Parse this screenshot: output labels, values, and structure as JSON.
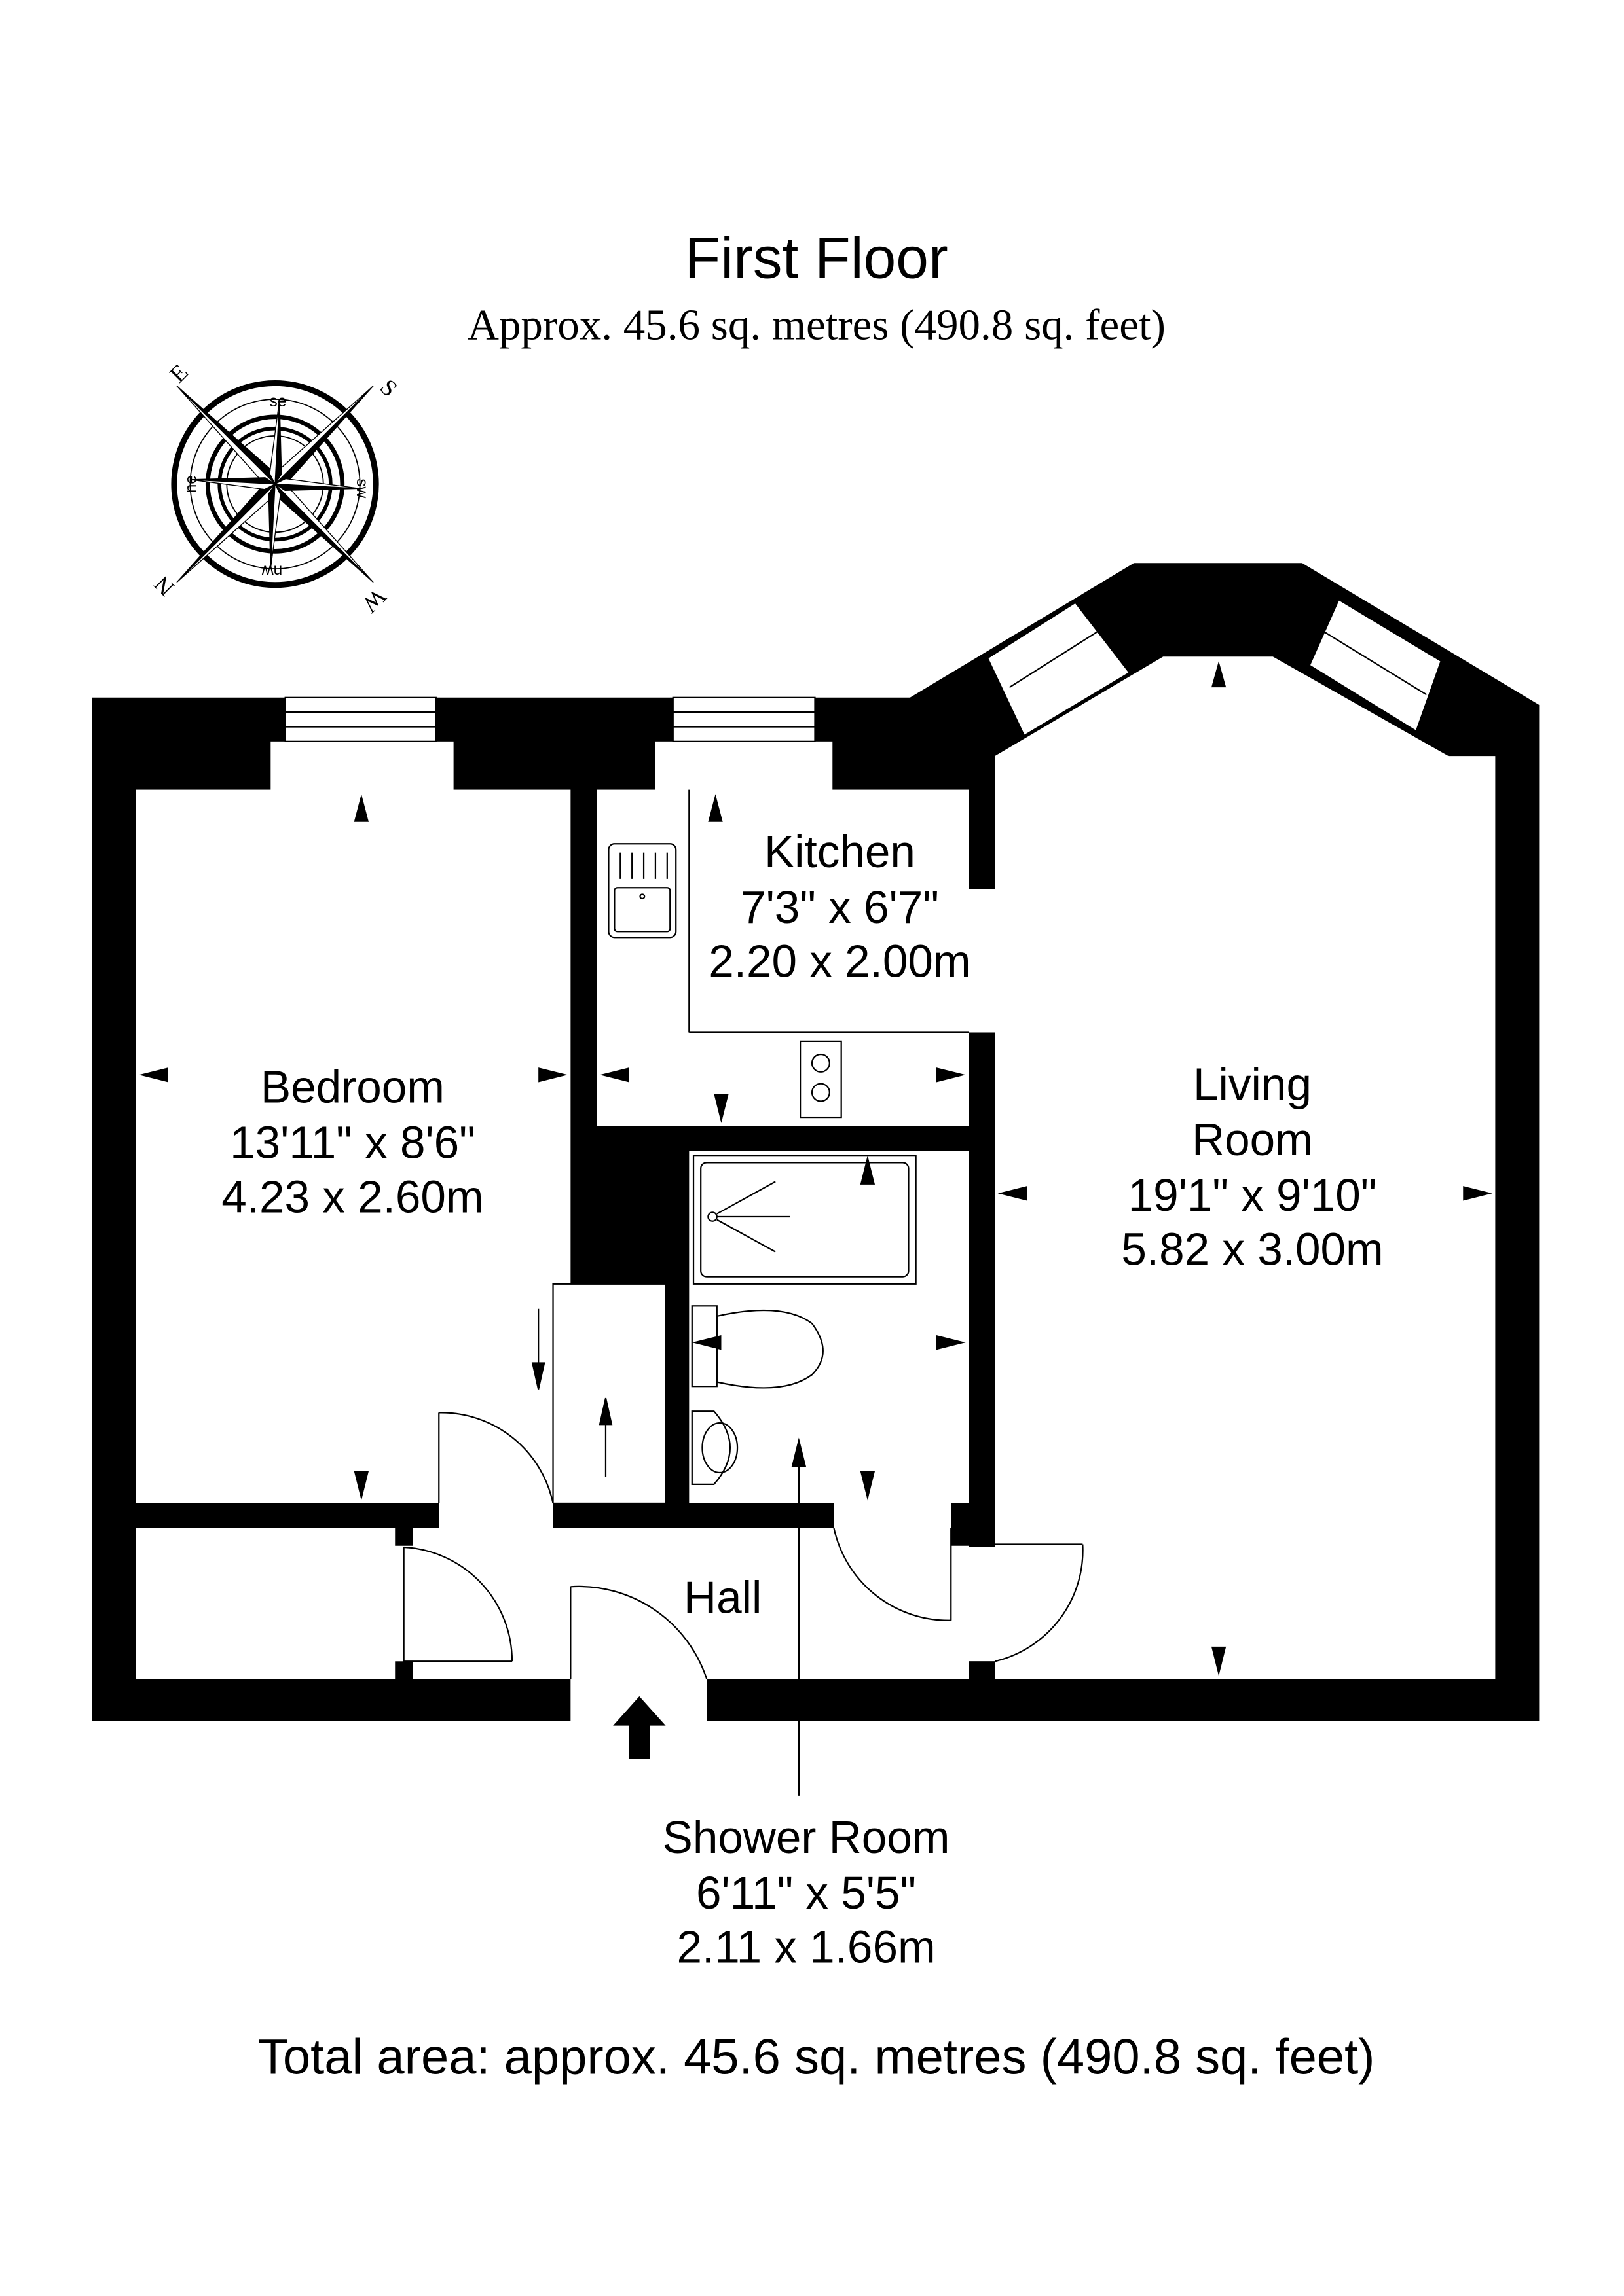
{
  "header": {
    "title": "First Floor",
    "subtitle": "Approx. 45.6 sq. metres (490.8 sq. feet)"
  },
  "compass": {
    "cardinals": [
      "N",
      "E",
      "S",
      "W"
    ],
    "intercardinals": [
      "ne",
      "se",
      "sw",
      "nw"
    ]
  },
  "rooms": {
    "bedroom": {
      "name": "Bedroom",
      "imperial": "13'11\" x 8'6\"",
      "metric": "4.23 x 2.60m"
    },
    "kitchen": {
      "name": "Kitchen",
      "imperial": "7'3\" x 6'7\"",
      "metric": "2.20 x 2.00m"
    },
    "living": {
      "name_line1": "Living",
      "name_line2": "Room",
      "imperial": "19'1\" x 9'10\"",
      "metric": "5.82 x 3.00m"
    },
    "hall": {
      "name": "Hall"
    },
    "shower": {
      "name": "Shower Room",
      "imperial": "6'11\" x 5'5\"",
      "metric": "2.11 x 1.66m"
    }
  },
  "footer": {
    "total_area": "Total area: approx. 45.6 sq. metres (490.8 sq. feet)"
  }
}
